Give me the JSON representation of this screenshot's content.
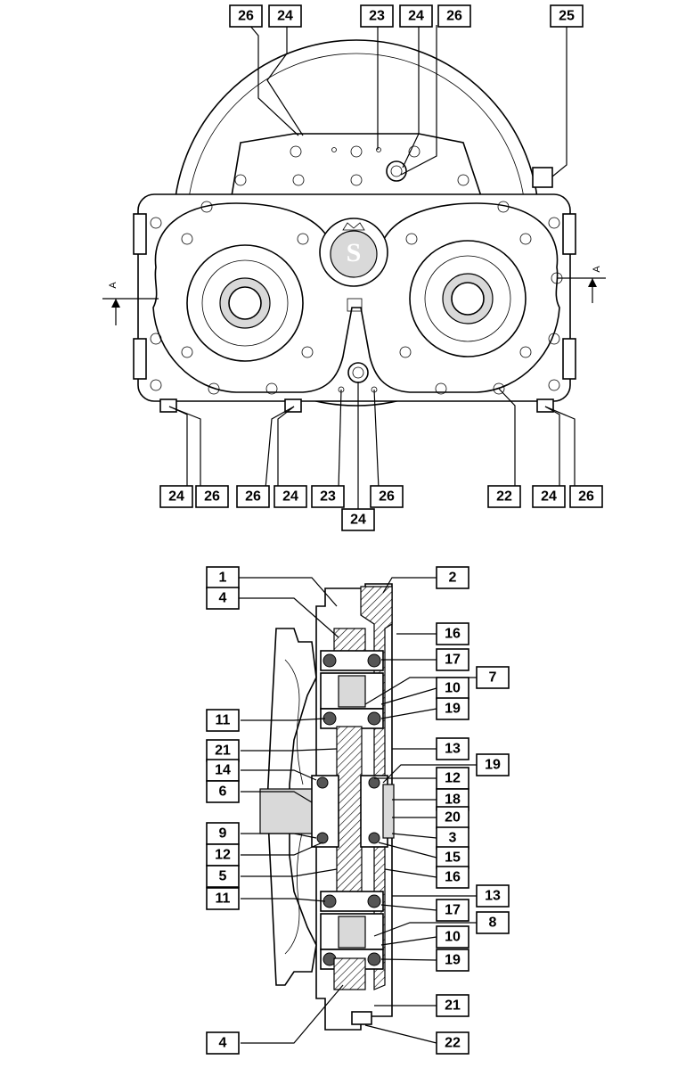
{
  "top_view": {
    "labels": [
      "26",
      "24",
      "23",
      "24",
      "26",
      "25",
      "24",
      "26",
      "26",
      "24",
      "23",
      "24",
      "26",
      "22",
      "24",
      "26"
    ],
    "section_marker_left": "A",
    "section_marker_right": "A"
  },
  "section_view": {
    "labels": [
      "1",
      "4",
      "2",
      "16",
      "17",
      "7",
      "10",
      "11",
      "19",
      "21",
      "13",
      "14",
      "12",
      "19",
      "6",
      "18",
      "20",
      "9",
      "3",
      "12",
      "15",
      "5",
      "16",
      "11",
      "13",
      "17",
      "8",
      "10",
      "19",
      "21",
      "4",
      "22"
    ]
  }
}
